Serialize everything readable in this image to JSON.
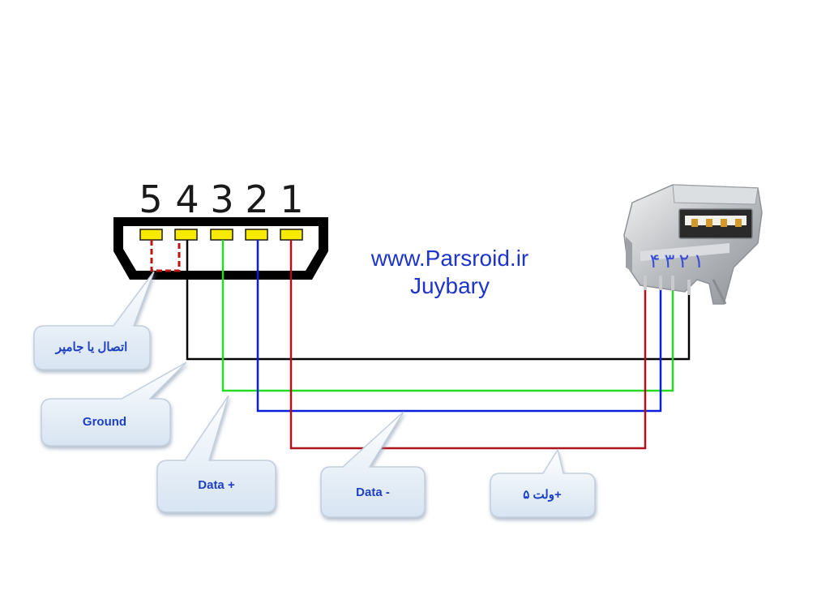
{
  "pin_numbers": [
    "5",
    "4",
    "3",
    "2",
    "1"
  ],
  "site": {
    "url": "www.Parsroid.ir",
    "author": "Juybary"
  },
  "callouts": {
    "jumper": "اتصال یا جامپر",
    "ground": "Ground",
    "data_plus": "Data +",
    "data_minus": "Data -",
    "vcc": "ولت ۵+"
  },
  "connector_numbers": [
    "۴",
    "۳",
    "۲",
    "۱"
  ],
  "colors": {
    "ground_wire": "#000000",
    "data_plus_wire": "#22dd22",
    "data_minus_wire": "#0a1fdc",
    "vcc_wire": "#b0101a",
    "pin_pad": "#f7ea00",
    "jumper": "#c0140f",
    "text_blue": "#1f3fbf"
  }
}
